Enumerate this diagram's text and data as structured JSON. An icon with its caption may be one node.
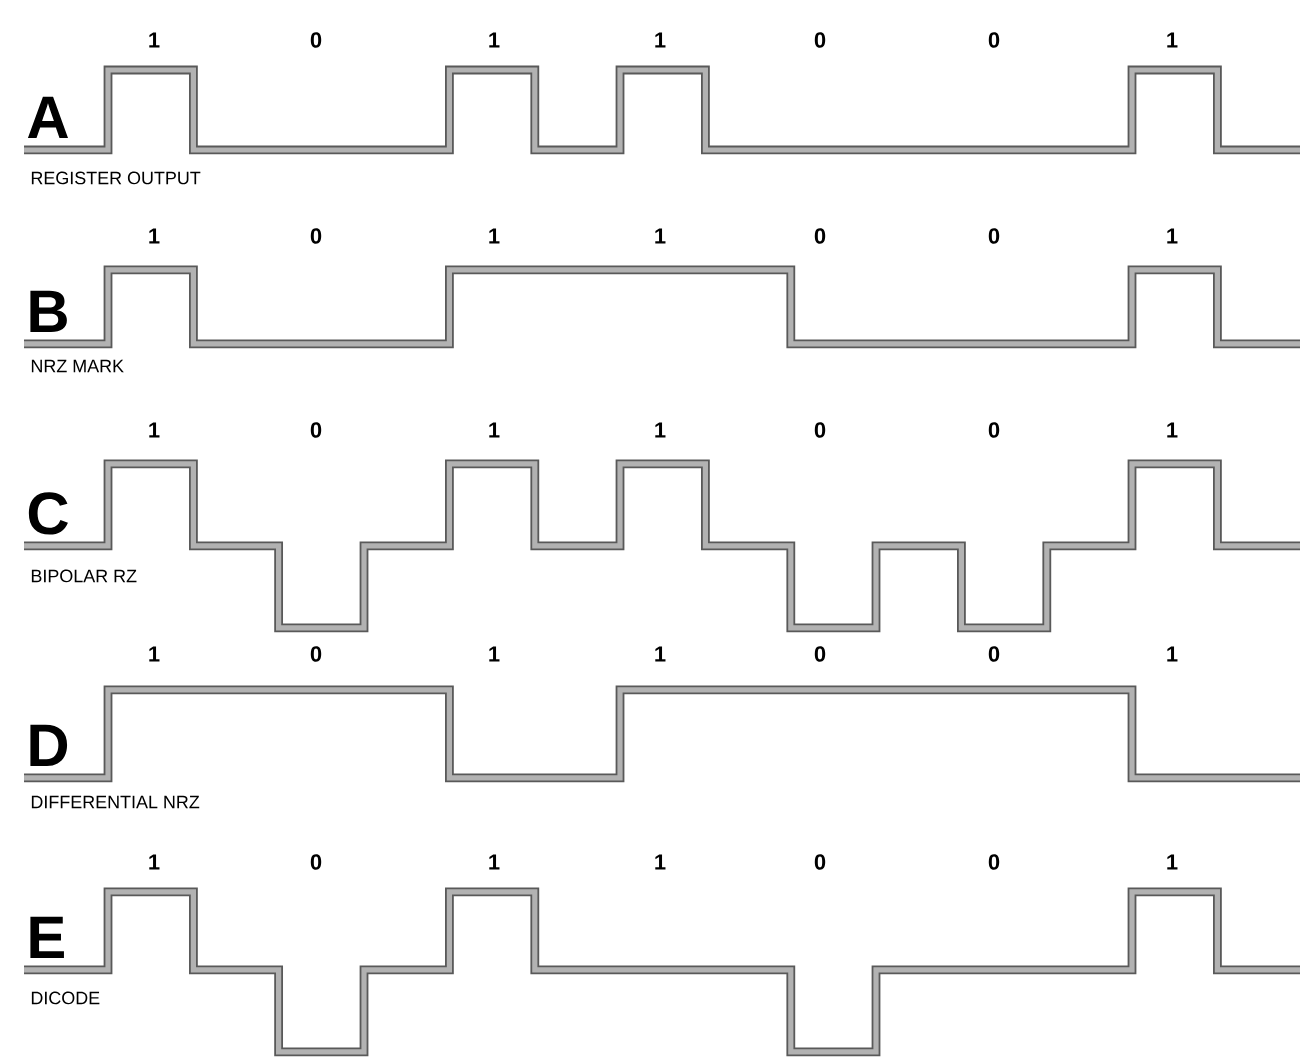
{
  "diagram": {
    "labels": [
      "1",
      "0",
      "1",
      "1",
      "0",
      "0",
      "1",
      "A",
      "REGISTER OUTPUT",
      "1",
      "0",
      "1",
      "1",
      "0",
      "0",
      "1",
      "B",
      "NRZ MARK",
      "1",
      "0",
      "1",
      "1",
      "0",
      "0",
      "1",
      "C",
      "BIPOLAR RZ",
      "1",
      "0",
      "1",
      "1",
      "0",
      "0",
      "1",
      "D",
      "DIFFERENTIAL NRZ",
      "1",
      "0",
      "1",
      "1",
      "0",
      "0",
      "1",
      "E",
      "DICODE"
    ]
  }
}
